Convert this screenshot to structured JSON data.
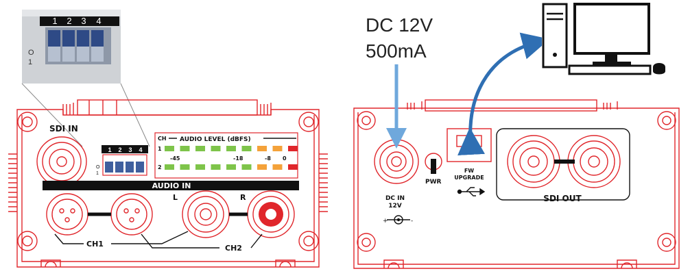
{
  "colors": {
    "outline": "#e0262b",
    "arrow": "#2f6fb3",
    "arrow_light": "#6fa8dc",
    "meter_green": "#7ec44a",
    "meter_orange": "#f4a23a",
    "meter_red": "#e0262b",
    "dip_blue": "#3f5f9e"
  },
  "dip_zoom": {
    "numbers": [
      "1",
      "2",
      "3",
      "4"
    ],
    "state_labels": [
      "O",
      "1"
    ]
  },
  "left_panel": {
    "sdi_in_label": "SDI IN",
    "audio_in_label": "AUDIO IN",
    "dip_numbers": [
      "1",
      "2",
      "3",
      "4"
    ],
    "dip_state_labels": [
      "O",
      "1"
    ],
    "meter": {
      "title": "AUDIO LEVEL (dBFS)",
      "ch_label": "CH",
      "row_labels": [
        "1",
        "2"
      ],
      "scale": [
        "-45",
        "-18",
        "-8",
        "0"
      ],
      "led_colors": [
        "green",
        "green",
        "green",
        "green",
        "green",
        "green",
        "orange",
        "orange",
        "red"
      ]
    },
    "ch1_label": "CH1",
    "ch2_label": "CH2",
    "l_label": "L",
    "r_label": "R"
  },
  "right_panel": {
    "dc_callout_line1": "DC 12V",
    "dc_callout_line2": "500mA",
    "pwr_label": "PWR",
    "dc_in_label_line1": "DC IN",
    "dc_in_label_line2": "12V",
    "fw_label_line1": "FW",
    "fw_label_line2": "UPGRADE",
    "sdi_out_label": "SDI OUT",
    "computer_icon": "desktop-computer-icon",
    "usb_icon": "usb-icon",
    "polarity_icon": "dc-polarity-icon"
  }
}
